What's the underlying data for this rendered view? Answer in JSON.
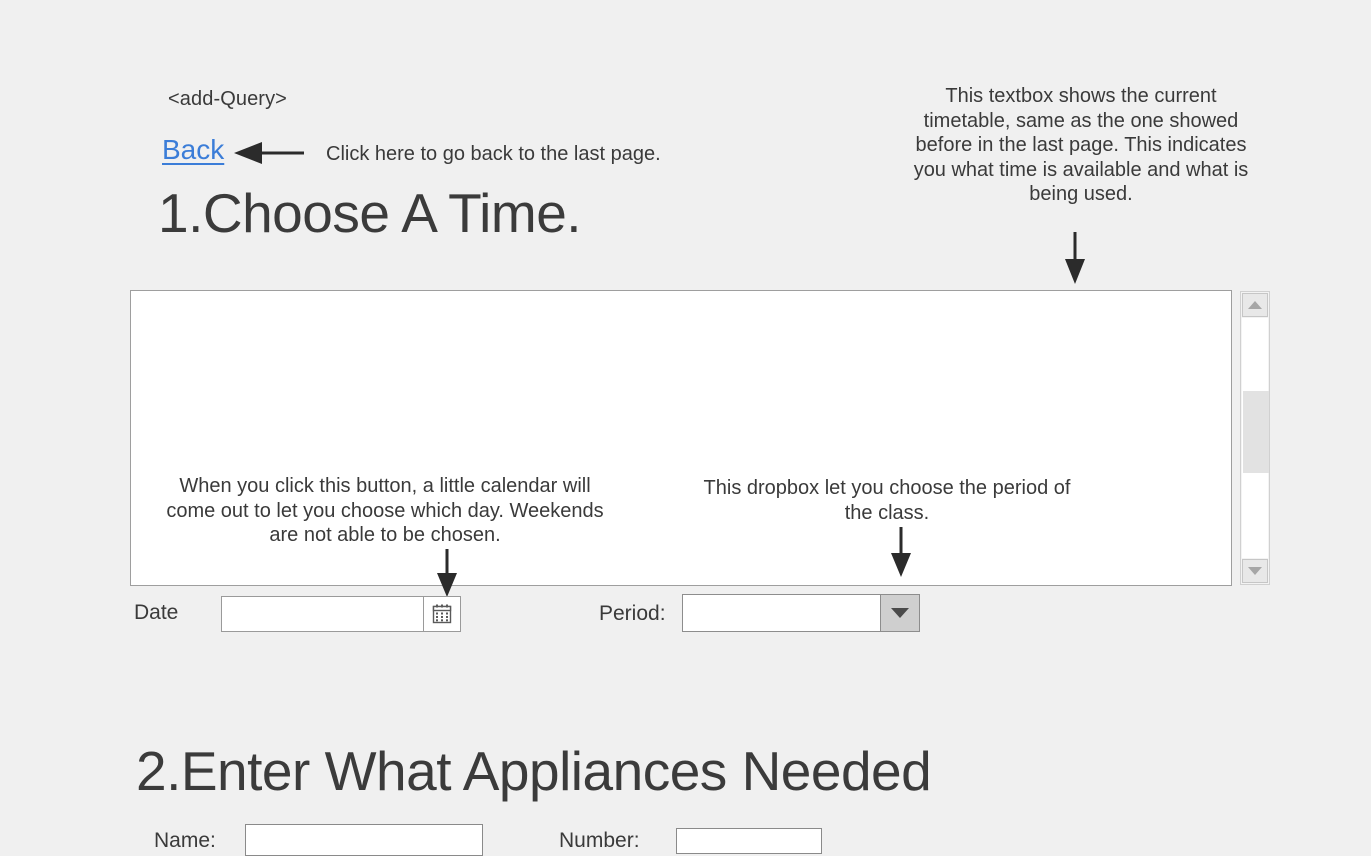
{
  "page": {
    "background_color": "#f0f0f0",
    "query_tag": "<add-Query>",
    "heading_step1": "1.Choose A Time.",
    "heading_step2": "2.Enter What Appliances Needed"
  },
  "nav": {
    "back_label": "Back",
    "back_link_color": "#3b7dd8",
    "back_note": "Click here to go back to the last page."
  },
  "annotations": {
    "timetable": "This textbox shows the current timetable, same as the one showed before in the last page. This indicates you what time is available and what is being used.",
    "calendar_button": "When you click this button, a little calendar will come out to let you choose which day. Weekends are not able to be chosen.",
    "period_dropdown": "This dropbox let you choose the period of the class."
  },
  "timetable_box": {
    "content": "",
    "background_color": "#ffffff",
    "border_color": "#9e9e9e"
  },
  "scrollbar": {
    "up_arrow_icon": "triangle-up-icon",
    "down_arrow_icon": "triangle-down-icon",
    "thumb_position_percent": 30
  },
  "form_time": {
    "date_label": "Date",
    "date_value": "",
    "date_placeholder": "",
    "calendar_icon": "calendar-icon",
    "period_label": "Period:",
    "period_value": "",
    "period_placeholder": "",
    "period_dropdown_icon": "chevron-down-icon"
  },
  "form_appliances": {
    "name_label": "Name:",
    "name_value": "",
    "name_placeholder": "",
    "number_label": "Number:",
    "number_value": "",
    "number_placeholder": ""
  },
  "arrows": {
    "back_arrow_icon": "arrow-left-icon",
    "timetable_arrow_icon": "arrow-down-icon",
    "calendar_arrow_icon": "arrow-down-icon",
    "dropdown_arrow_icon": "arrow-down-icon"
  }
}
